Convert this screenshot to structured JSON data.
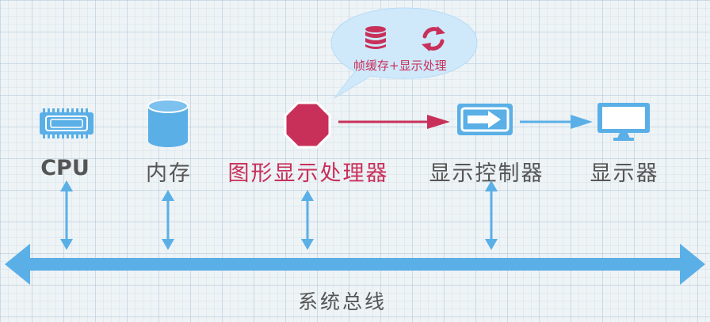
{
  "colors": {
    "blue": "#5aafe6",
    "blue_dark": "#3a8fcb",
    "accent": "#c8305a",
    "text": "#555555",
    "bubble": "#cfe9fb"
  },
  "components": [
    {
      "id": "cpu",
      "label": "CPU",
      "icon": "cpu-chip-icon",
      "highlight": false
    },
    {
      "id": "memory",
      "label": "内存",
      "icon": "database-cylinder-icon",
      "highlight": false
    },
    {
      "id": "gpu",
      "label": "图形显示处理器",
      "icon": "octagon-icon",
      "highlight": true
    },
    {
      "id": "display_controller",
      "label": "显示控制器",
      "icon": "arrow-card-icon",
      "highlight": false
    },
    {
      "id": "display",
      "label": "显示器",
      "icon": "monitor-icon",
      "highlight": false
    }
  ],
  "bubble": {
    "text": "帧缓存+显示处理",
    "icons": [
      "database-icon",
      "refresh-icon"
    ]
  },
  "bus": {
    "label": "系统总线"
  }
}
